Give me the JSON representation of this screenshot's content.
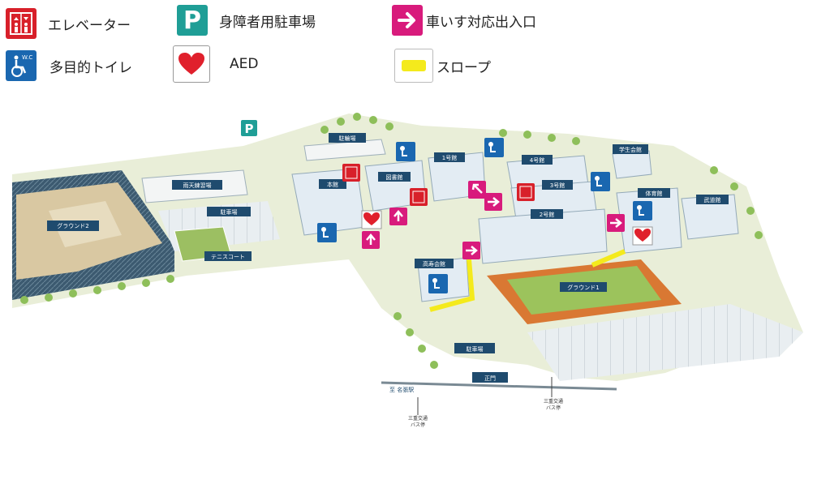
{
  "legend": {
    "elevator": "エレベーター",
    "accessible_parking": "身障者用駐車場",
    "wheelchair_entrance": "車いす対応出入口",
    "multipurpose_toilet": "多目的トイレ",
    "aed": "AED",
    "slope": "スロープ"
  },
  "icons": {
    "parking_letter": "P",
    "wc_text": "W.C"
  },
  "map_labels": {
    "ground2": "グラウンド2",
    "indoor_training": "雨天練習場",
    "parking_left": "駐車場",
    "tennis": "テニスコート",
    "bicycle": "駐輪場",
    "main_building": "本館",
    "library": "図書館",
    "bldg1": "1号館",
    "bldg4": "4号館",
    "bldg3": "3号館",
    "bldg2": "2号館",
    "student_hall": "学生会館",
    "gym": "体育館",
    "budokan": "武道館",
    "koju_hall": "高寿会館",
    "ground1": "グラウンド1",
    "parking_front": "駐車場",
    "main_gate": "正門",
    "to_station": "至 名張駅",
    "bus_left_1": "三重交通",
    "bus_left_2": "バス停",
    "bus_right_1": "三重交通",
    "bus_right_2": "バス停"
  },
  "colors": {
    "elevator": "#d8202a",
    "toilet": "#1a67b0",
    "parking": "#1f9e96",
    "entrance": "#d81b7c",
    "aed_heart": "#e0202c",
    "slope": "#f4ea1c",
    "label_bg": "#1f4b6e",
    "grass": "#cfe3a0",
    "track": "#d97833"
  }
}
